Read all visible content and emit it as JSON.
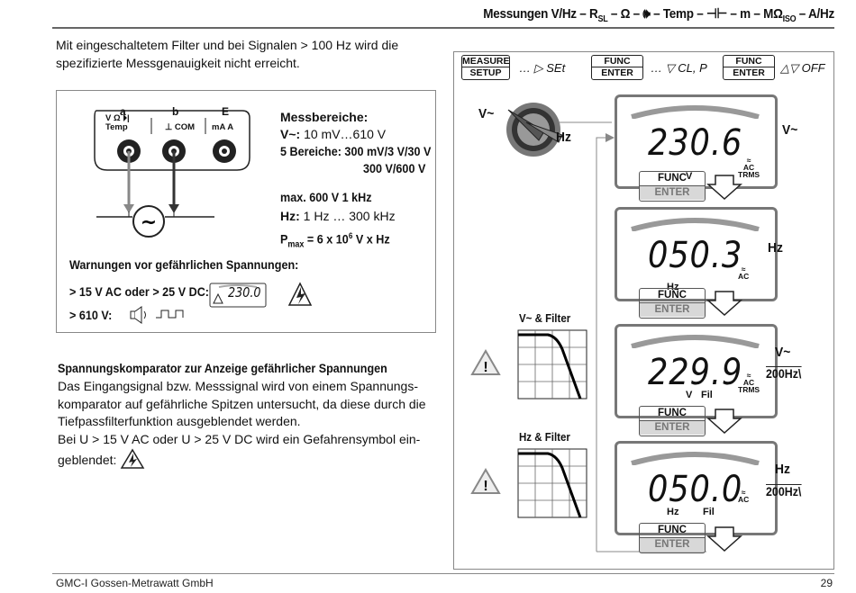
{
  "header": {
    "title_prefix": "Messungen V/Hz – R",
    "title_sub_sl": "SL",
    "title_mid": " – Ω – ",
    "title_mid2": " – Temp – ",
    "title_mid3": " – m – MΩ",
    "title_sub_iso": "ISO",
    "title_suffix": " – A/Hz"
  },
  "note": "Mit eingeschaltetem Filter und bei Signalen > 100 Hz wird die spezifizierte Messgenauigkeit nicht erreicht.",
  "diagram": {
    "terminal_a": "a",
    "terminal_b": "b",
    "terminal_e": "E",
    "label_v_omega": "V Ω",
    "label_temp": "Temp",
    "label_com": "COM",
    "label_ma_a": "mA  A",
    "ranges_title": "Messbereiche:",
    "range_v_label": "V~:",
    "range_v_value": " 10 mV…610 V",
    "range_5": "5 Bereiche: 300 mV/3 V/30 V",
    "range_5b": "300 V/600 V",
    "max": "max. 600 V 1 kHz",
    "hz_label": "Hz:",
    "hz_value": " 1 Hz … 300 kHz",
    "pmax_label": "P",
    "pmax_sub": "max",
    "pmax_value": " = 6 x 10",
    "pmax_sup": "6",
    "pmax_unit": " V x Hz",
    "warn_title": "Warnungen vor gefährlichen Spannungen:",
    "warn_line1": "> 15 V AC  oder > 25 V DC:",
    "warn_line1_display": "230.0",
    "warn_line2": "> 610 V:"
  },
  "section": {
    "title": "Spannungskomparator zur Anzeige gefährlicher Spannungen",
    "body1": "Das Eingangsignal bzw. Messsignal wird von einem Spannungs-komparator auf gefährliche Spitzen untersucht, da diese durch die Tiefpassfilterfunktion ausgeblendet werden.",
    "body2": "Bei U > 15 V AC oder U > 25 V DC wird ein Gefahrensymbol ein-geblendet:"
  },
  "panel": {
    "key1_top": "MEASURE",
    "key1_bot": "SETUP",
    "seq1": "… ▷ SEt",
    "key2_top": "FUNC",
    "key2_bot": "ENTER",
    "seq2": "… ▽ CL, P",
    "key3_top": "FUNC",
    "key3_bot": "ENTER",
    "seq3": "△▽ OFF",
    "rotary_v": "V~",
    "rotary_hz": "Hz",
    "displays": [
      {
        "value": "230.6",
        "unit1": "V",
        "ac": "AC",
        "trms": "TRMS",
        "side": "V~"
      },
      {
        "value": "050.3",
        "unit1": "Hz",
        "ac": "AC",
        "trms": "",
        "side": "Hz"
      },
      {
        "value": "229.9",
        "unit1": "V",
        "unit2": "Fil",
        "ac": "AC",
        "trms": "TRMS",
        "side": "V~",
        "side2": "200Hz"
      },
      {
        "value": "050.0",
        "unit1": "Hz",
        "unit2": "Fil",
        "ac": "AC",
        "trms": "",
        "side": "Hz",
        "side2": "200Hz"
      }
    ],
    "func_label": "FUNC",
    "enter_label": "ENTER",
    "filter1": "V~ & Filter",
    "filter2": "Hz & Filter"
  },
  "footer": {
    "company": "GMC-I Gossen-Metrawatt GmbH",
    "page": "29"
  }
}
